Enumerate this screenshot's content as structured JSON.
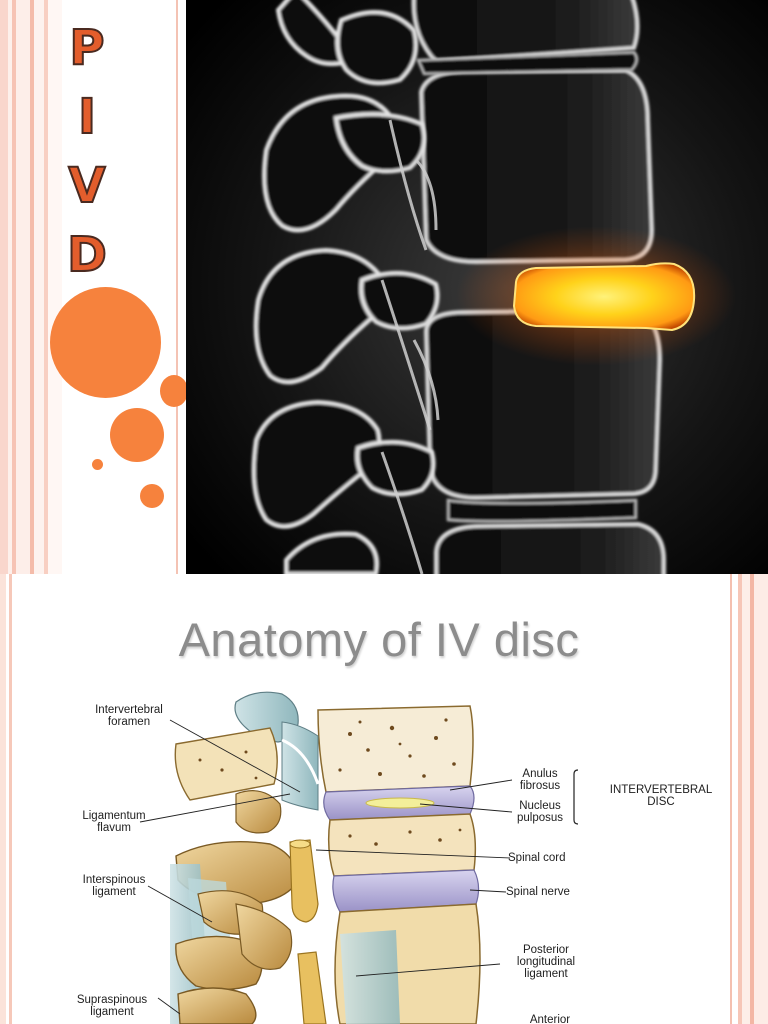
{
  "slide1": {
    "title_letters": [
      "P",
      "I",
      "V",
      "D"
    ],
    "colors": {
      "accent": "#f6823d",
      "letter": "#e35d2c",
      "glow": "#ffd21a"
    }
  },
  "slide2": {
    "title": "Anatomy of IV disc",
    "labels": {
      "intervertebral_foramen": [
        "Intervertebral",
        "foramen"
      ],
      "ligamentum_flavum": [
        "Ligamentum",
        "flavum"
      ],
      "interspinous_ligament": [
        "Interspinous",
        "ligament"
      ],
      "supraspinous_ligament": [
        "Supraspinous",
        "ligament"
      ],
      "anulus_fibrosus": [
        "Anulus",
        "fibrosus"
      ],
      "nucleus_pulposus": [
        "Nucleus",
        "pulposus"
      ],
      "intervertebral_disc": [
        "INTERVERTEBRAL",
        "DISC"
      ],
      "spinal_cord": "Spinal cord",
      "spinal_nerve": "Spinal nerve",
      "posterior_longitudinal_ligament": [
        "Posterior",
        "longitudinal",
        "ligament"
      ],
      "anterior": "Anterior"
    }
  }
}
